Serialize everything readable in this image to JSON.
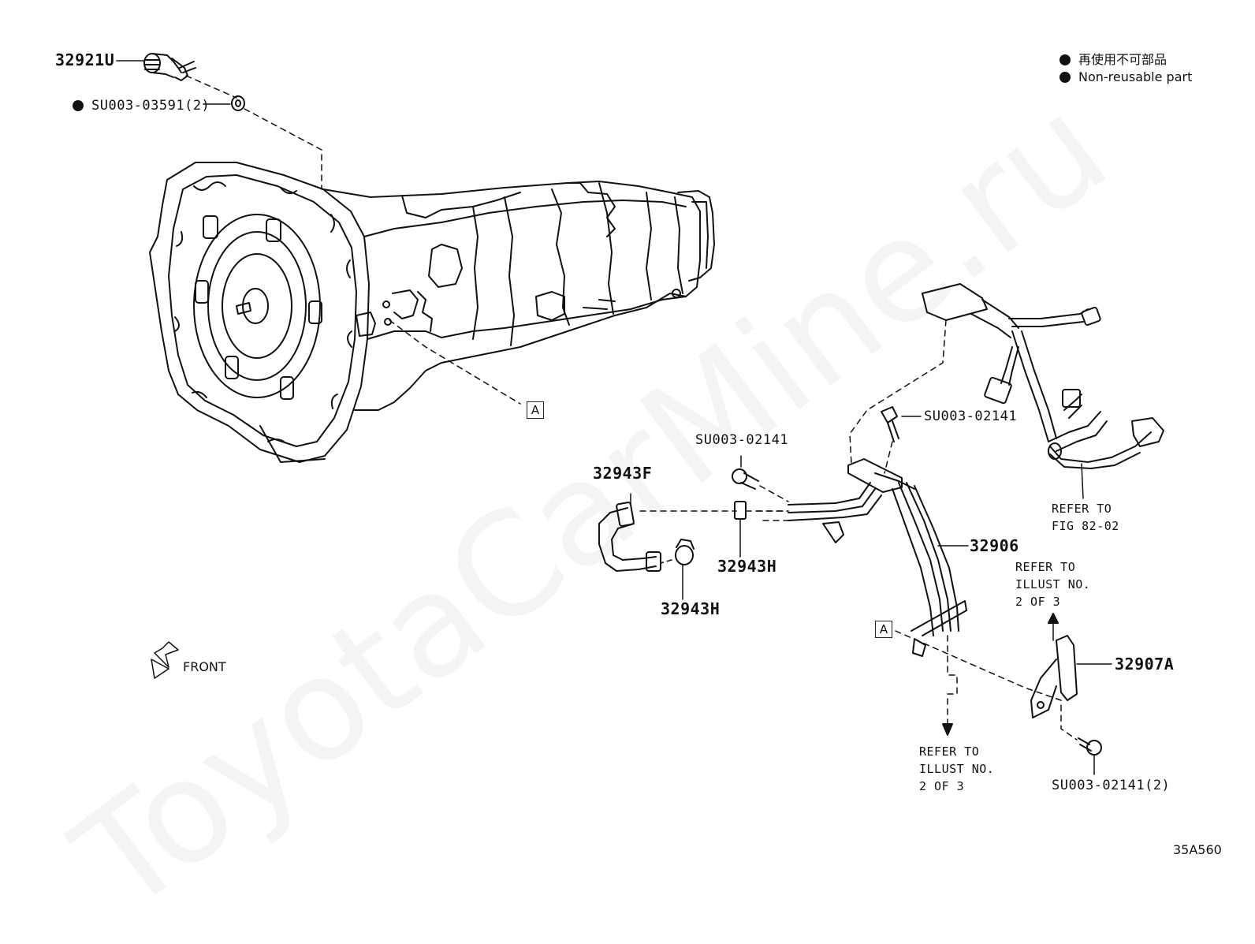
{
  "watermark": "ToyotaCarMine.ru",
  "legend": {
    "line1": "再使用不可部品",
    "line2": "Non-reusable part"
  },
  "labels": {
    "p32921U": "32921U",
    "su_03591": "SU003-03591(2)",
    "su_02141_top": "SU003-02141",
    "su_02141_mid": "SU003-02141",
    "p32943F": "32943F",
    "p32943H_a": "32943H",
    "p32943H_b": "32943H",
    "p32906": "32906",
    "p32907A": "32907A",
    "su_02141_bottom": "SU003-02141(2)",
    "refer_fig": "REFER TO\nFIG 82-02",
    "refer_illust_right": "REFER TO\nILLUST NO.\n2 OF 3",
    "refer_illust_bottom": "REFER TO\nILLUST NO.\n2 OF 3",
    "ref_a_1": "A",
    "ref_a_2": "A",
    "front": "FRONT",
    "figure_no": "35A560"
  }
}
